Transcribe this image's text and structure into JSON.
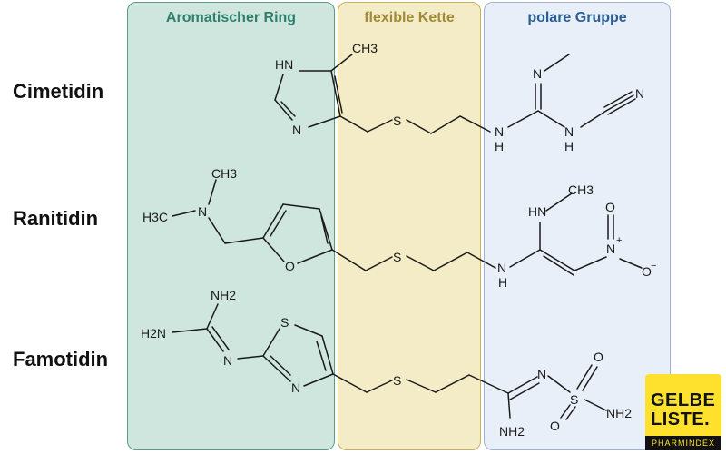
{
  "zones": {
    "aromatic": "Aromatischer Ring",
    "chain": "flexible Kette",
    "polar": "polare Gruppe"
  },
  "drugs": {
    "cimetidin": "Cimetidin",
    "ranitidin": "Ranitidin",
    "famotidin": "Famotidin"
  },
  "atoms": {
    "cim_methyl": "CH3",
    "cim_hn_ring": "HN",
    "cim_n_ring": "N",
    "cim_s": "S",
    "cim_nh1": "N",
    "cim_h1": "H",
    "cim_nh2": "N",
    "cim_h2": "H",
    "cim_n_imine": "N",
    "cim_n_cyano": "N",
    "ran_ch3_top": "CH3",
    "ran_h3c": "H3C",
    "ran_n_amine": "N",
    "ran_o_ring": "O",
    "ran_s": "S",
    "ran_nh_lower": "N",
    "ran_h_lower": "H",
    "ran_hn_upper": "HN",
    "ran_ch3_upper": "CH3",
    "ran_n_nitro": "N",
    "ran_plus": "+",
    "ran_o_nitro_top": "O",
    "ran_o_nitro_right": "O",
    "ran_minus": "−",
    "fam_nh2_top": "NH2",
    "fam_h2n": "H2N",
    "fam_n_imine": "N",
    "fam_s_ring": "S",
    "fam_n_ring": "N",
    "fam_s": "S",
    "fam_nh2_bottom": "NH2",
    "fam_n_sulfonyl": "N",
    "fam_s_sulfonyl": "S",
    "fam_o_top": "O",
    "fam_o_bottom": "O",
    "fam_nh2_right": "NH2"
  },
  "logo": {
    "line1": "GELBE",
    "line2": "LISTE.",
    "line3": "PHARMINDEX"
  },
  "colors": {
    "aromatic_bg": "#cfe6de",
    "aromatic_title": "#2f7f6b",
    "chain_bg": "#f4ecc6",
    "chain_title": "#a08a3a",
    "polar_bg": "#e9eff8",
    "polar_title": "#2b5f93",
    "logo_bg": "#fde12d"
  }
}
